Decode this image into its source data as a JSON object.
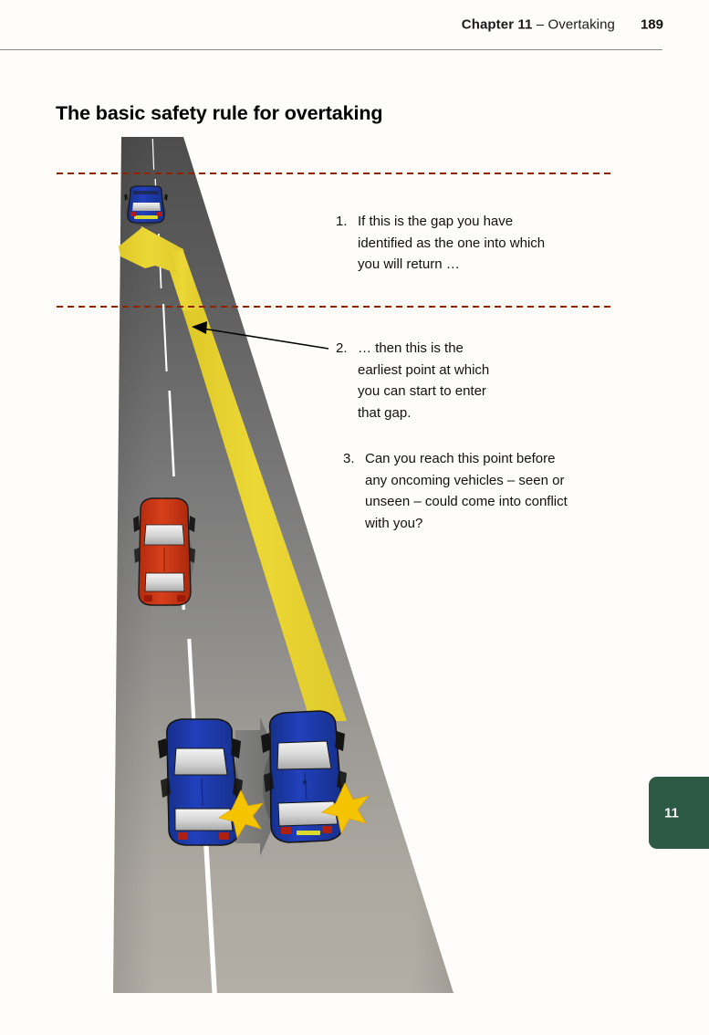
{
  "header": {
    "chapter": "Chapter 11",
    "dash": " – ",
    "topic": "Overtaking",
    "page_number": "189"
  },
  "title": "The basic safety rule for overtaking",
  "callouts": [
    {
      "number": "1.",
      "text": "If this is the gap you have identified as the one into which you will return …"
    },
    {
      "number": "2.",
      "text": "… then this is the earliest point at which you can start to enter that gap."
    },
    {
      "number": "3.",
      "text": "Can you reach this point before any oncoming vehicles – seen or unseen – could come into conflict with you?"
    }
  ],
  "side_tab": {
    "label": "11",
    "color": "#2d5a44"
  },
  "illustration": {
    "description": "Perspective view of a two-lane road with an overtaking manoeuvre",
    "road_color_near": "#b2aea6",
    "road_color_far": "#4f4f4f",
    "lane_marking_color": "#ffffff",
    "gap_marker_color": "#8b2500",
    "path_arrow_color": "#e8d431",
    "lane_change_arrow_color": "#6e6e6e",
    "vehicles": [
      {
        "name": "lead-vehicle-ahead",
        "color": "#1c3fa8",
        "label": "blue car ahead in gap"
      },
      {
        "name": "overtaken-vehicle",
        "color": "#cc3311",
        "label": "red car being overtaken"
      },
      {
        "name": "overtaking-vehicle-before",
        "color": "#1c3fa8",
        "label": "blue car before lane change"
      },
      {
        "name": "overtaking-vehicle-after",
        "color": "#1c3fa8",
        "label": "blue car after lane change"
      }
    ],
    "indicator_color": "#f5c400",
    "gap_line_top_label": "gap upper boundary",
    "gap_line_bottom_label": "gap lower boundary"
  }
}
